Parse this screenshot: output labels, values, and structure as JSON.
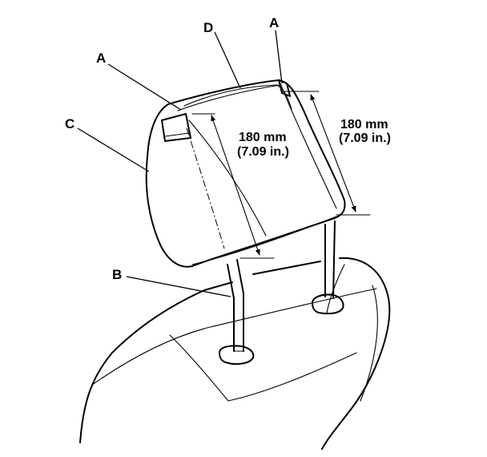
{
  "callouts": {
    "a_left": "A",
    "a_right": "A",
    "b": "B",
    "c": "C",
    "d": "D"
  },
  "dimensions": {
    "front": {
      "metric": "180 mm",
      "imperial": "(7.09 in.)"
    },
    "rear": {
      "metric": "180 mm",
      "imperial": "(7.09 in.)"
    }
  }
}
